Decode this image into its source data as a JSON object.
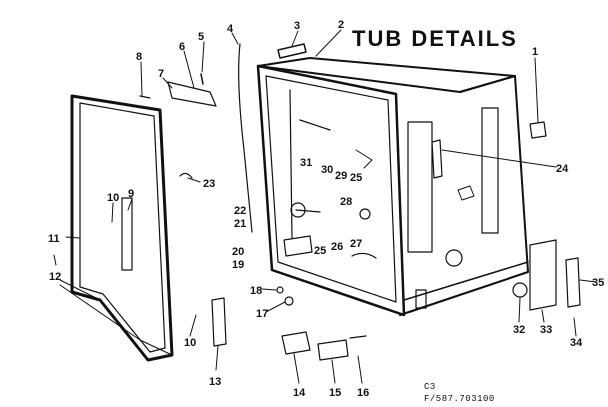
{
  "title": "TUB DETAILS",
  "footer": {
    "code": "C3",
    "part_ref": "F/587.703100"
  },
  "callouts": {
    "p1": "1",
    "p2": "2",
    "p3": "3",
    "p4": "4",
    "p5": "5",
    "p6": "6",
    "p7": "7",
    "p8": "8",
    "p9": "9",
    "p10a": "10",
    "p10b": "10",
    "p11": "11",
    "p12": "12",
    "p13": "13",
    "p14": "14",
    "p15": "15",
    "p16": "16",
    "p17": "17",
    "p18": "18",
    "p19": "19",
    "p20": "20",
    "p21": "21",
    "p22": "22",
    "p23": "23",
    "p24": "24",
    "p25a": "25",
    "p25b": "25",
    "p26": "26",
    "p27": "27",
    "p28": "28",
    "p29": "29",
    "p30": "30",
    "p31": "31",
    "p32": "32",
    "p33": "33",
    "p34": "34",
    "p35": "35"
  }
}
